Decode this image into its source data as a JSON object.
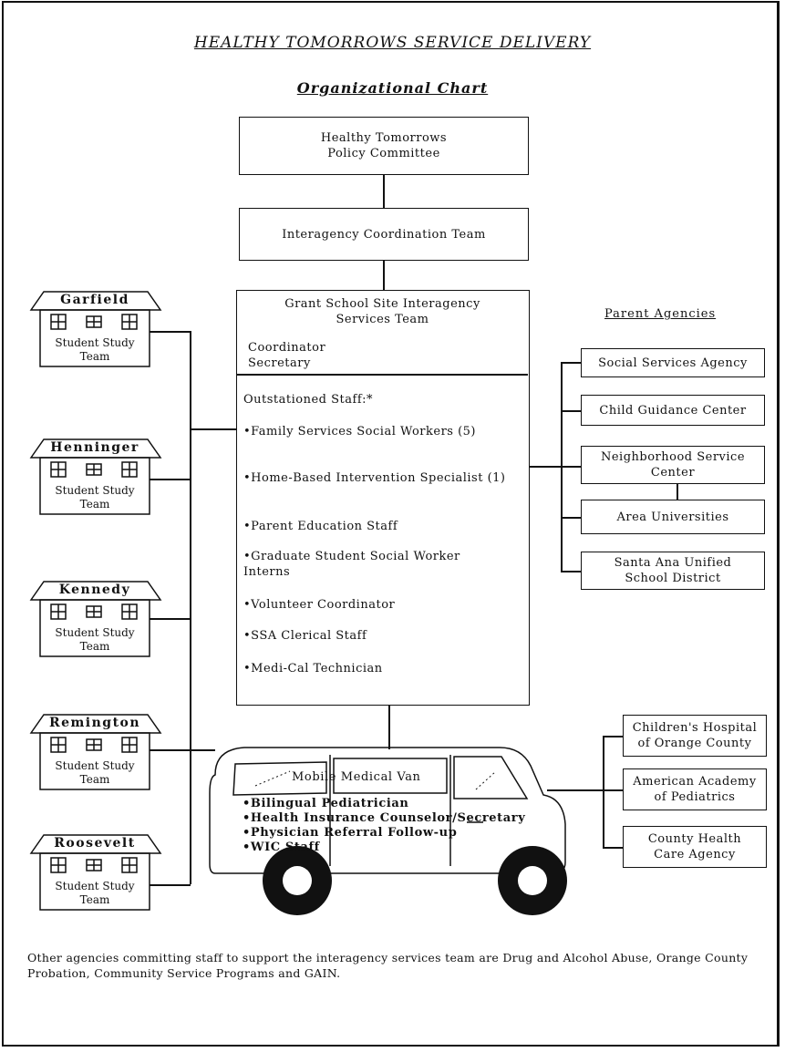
{
  "title": "HEALTHY TOMORROWS SERVICE DELIVERY",
  "subtitle": "Organizational Chart",
  "top_boxes": {
    "policy_line1": "Healthy Tomorrows",
    "policy_line2": "Policy Committee",
    "coordination": "Interagency Coordination Team"
  },
  "grant": {
    "line1": "Grant School Site Interagency",
    "line2": "Services Team",
    "coordinator": "Coordinator",
    "secretary": "Secretary",
    "outstationed": "Outstationed Staff:*",
    "staff": [
      "•Family Services Social Workers (5)",
      "•Home-Based Intervention Specialist (1)",
      "•Parent Education Staff",
      "•Graduate Student Social Worker Interns",
      "•Volunteer Coordinator",
      "•SSA Clerical Staff",
      "•Medi-Cal Technician"
    ]
  },
  "schools": [
    {
      "name": "Garfield",
      "sub1": "Student Study",
      "sub2": "Team"
    },
    {
      "name": "Henninger",
      "sub1": "Student Study",
      "sub2": "Team"
    },
    {
      "name": "Kennedy",
      "sub1": "Student Study",
      "sub2": "Team"
    },
    {
      "name": "Remington",
      "sub1": "Student Study",
      "sub2": "Team"
    },
    {
      "name": "Roosevelt",
      "sub1": "Student Study",
      "sub2": "Team"
    }
  ],
  "parent_agencies": {
    "heading": "Parent Agencies",
    "ssa": "Social Services Agency",
    "cgc": "Child Guidance Center",
    "nsc1": "Neighborhood Service",
    "nsc2": "Center",
    "au": "Area Universities",
    "sa1": "Santa Ana Unified",
    "sa2": "School District"
  },
  "van": {
    "title": "Mobile Medical Van",
    "items": [
      "•Bilingual Pediatrician",
      "•Health Insurance Counselor/Secretary",
      "•Physician Referral Follow-up",
      "•WIC Staff"
    ]
  },
  "health_partners": {
    "ch1": "Children's Hospital",
    "ch2": "of Orange County",
    "aap1": "American Academy",
    "aap2": "of Pediatrics",
    "chc1": "County Health",
    "chc2": "Care Agency"
  },
  "footer": "Other agencies committing staff to support the interagency services team are Drug and Alcohol Abuse, Orange County Probation, Community Service Programs and GAIN."
}
